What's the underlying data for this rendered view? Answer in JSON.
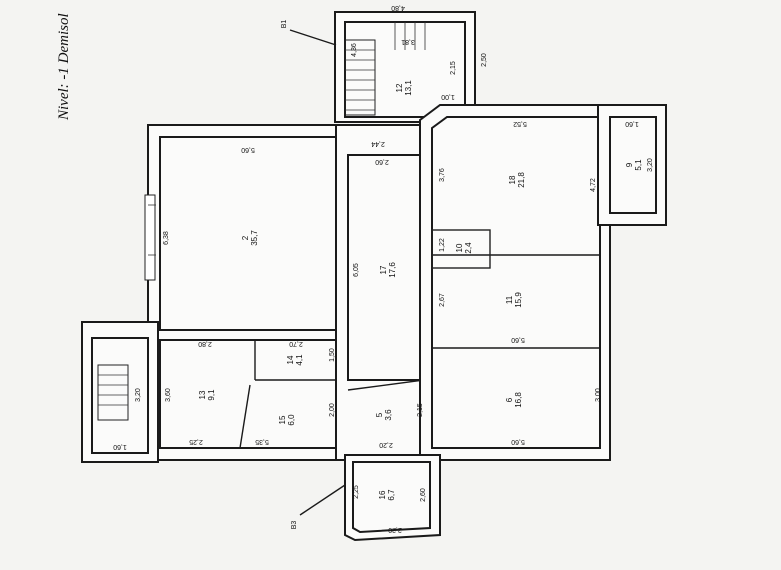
{
  "title": "Nivel: -1 Demisol",
  "rooms": [
    {
      "num": "2",
      "area": "35,7"
    },
    {
      "num": "17",
      "area": "17,6"
    },
    {
      "num": "18",
      "area": "21,8"
    },
    {
      "num": "9",
      "area": "5,1"
    },
    {
      "num": "10",
      "area": "2,4"
    },
    {
      "num": "11",
      "area": "15,9"
    },
    {
      "num": "6",
      "area": "16,8"
    },
    {
      "num": "5",
      "area": "3,6"
    },
    {
      "num": "15",
      "area": "6,0"
    },
    {
      "num": "14",
      "area": "4,1"
    },
    {
      "num": "13",
      "area": "9,1"
    },
    {
      "num": "12",
      "area": "13,1"
    },
    {
      "num": "16",
      "area": "6,7"
    }
  ],
  "dimensions": [
    "4,80",
    "4,36",
    "3,81",
    "2,15",
    "2,50",
    "1,00",
    "5,60",
    "2,44",
    "2,60",
    "3,76",
    "5,52",
    "1,60",
    "4,72",
    "3,20",
    "6,38",
    "6,05",
    "1,22",
    "2,67",
    "5,60",
    "2,80",
    "2,70",
    "1,50",
    "3,60",
    "3,00",
    "2,00",
    "2,15",
    "2,25",
    "5,35",
    "5,60",
    "2,20",
    "3,20",
    "1,60",
    "2,25",
    "2,60",
    "2,20"
  ],
  "markers": [
    "B1",
    "B3"
  ]
}
